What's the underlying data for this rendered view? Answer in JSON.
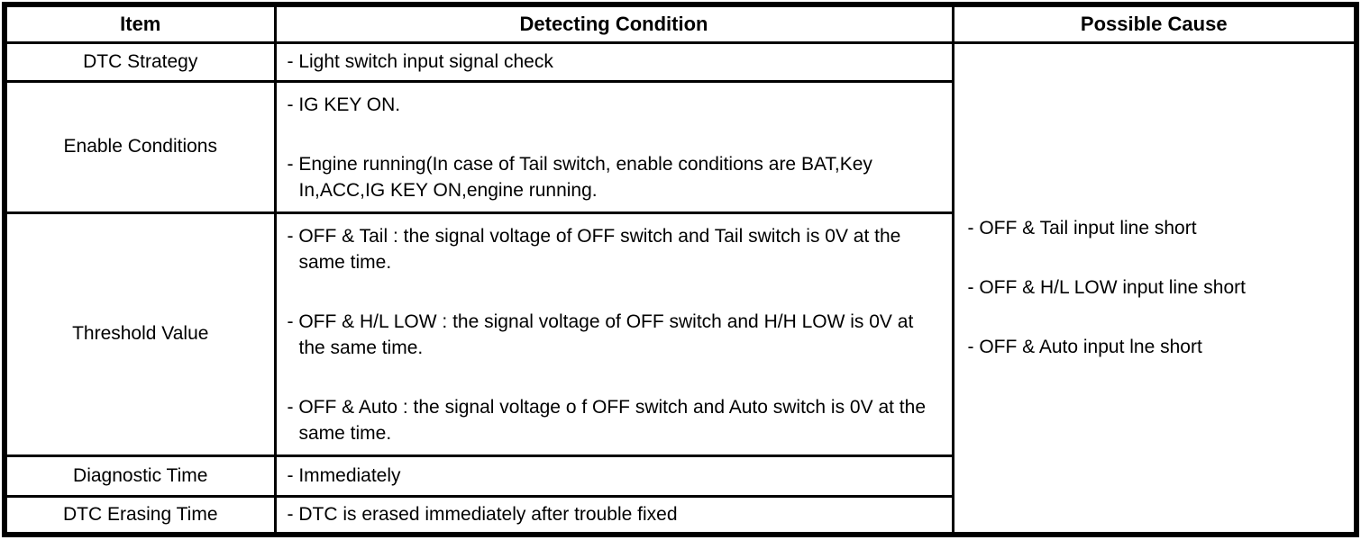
{
  "colors": {
    "border": "#000000",
    "background": "#ffffff",
    "text": "#000000"
  },
  "table": {
    "headers": {
      "item": "Item",
      "detecting_condition": "Detecting Condition",
      "possible_cause": "Possible Cause"
    },
    "rows": [
      {
        "item": "DTC Strategy",
        "conditions": [
          "- Light switch input signal check"
        ]
      },
      {
        "item": "Enable Conditions",
        "conditions": [
          "- IG KEY ON.",
          "- Engine running(In case of Tail switch, enable conditions are BAT,Key In,ACC,IG KEY ON,engine running."
        ]
      },
      {
        "item": "Threshold Value",
        "conditions": [
          "- OFF & Tail : the signal voltage of OFF switch and Tail switch is 0V at the same time.",
          "- OFF & H/L LOW : the signal voltage of OFF switch and H/H LOW is 0V at the same time.",
          "- OFF & Auto : the signal voltage o f OFF switch and Auto switch is 0V at the same time."
        ]
      },
      {
        "item": "Diagnostic Time",
        "conditions": [
          "- Immediately"
        ]
      },
      {
        "item": "DTC Erasing Time",
        "conditions": [
          "- DTC is erased immediately after trouble fixed"
        ]
      }
    ],
    "possible_causes": [
      "- OFF & Tail input line short",
      "- OFF & H/L LOW input line short",
      "- OFF & Auto input lne short"
    ]
  }
}
